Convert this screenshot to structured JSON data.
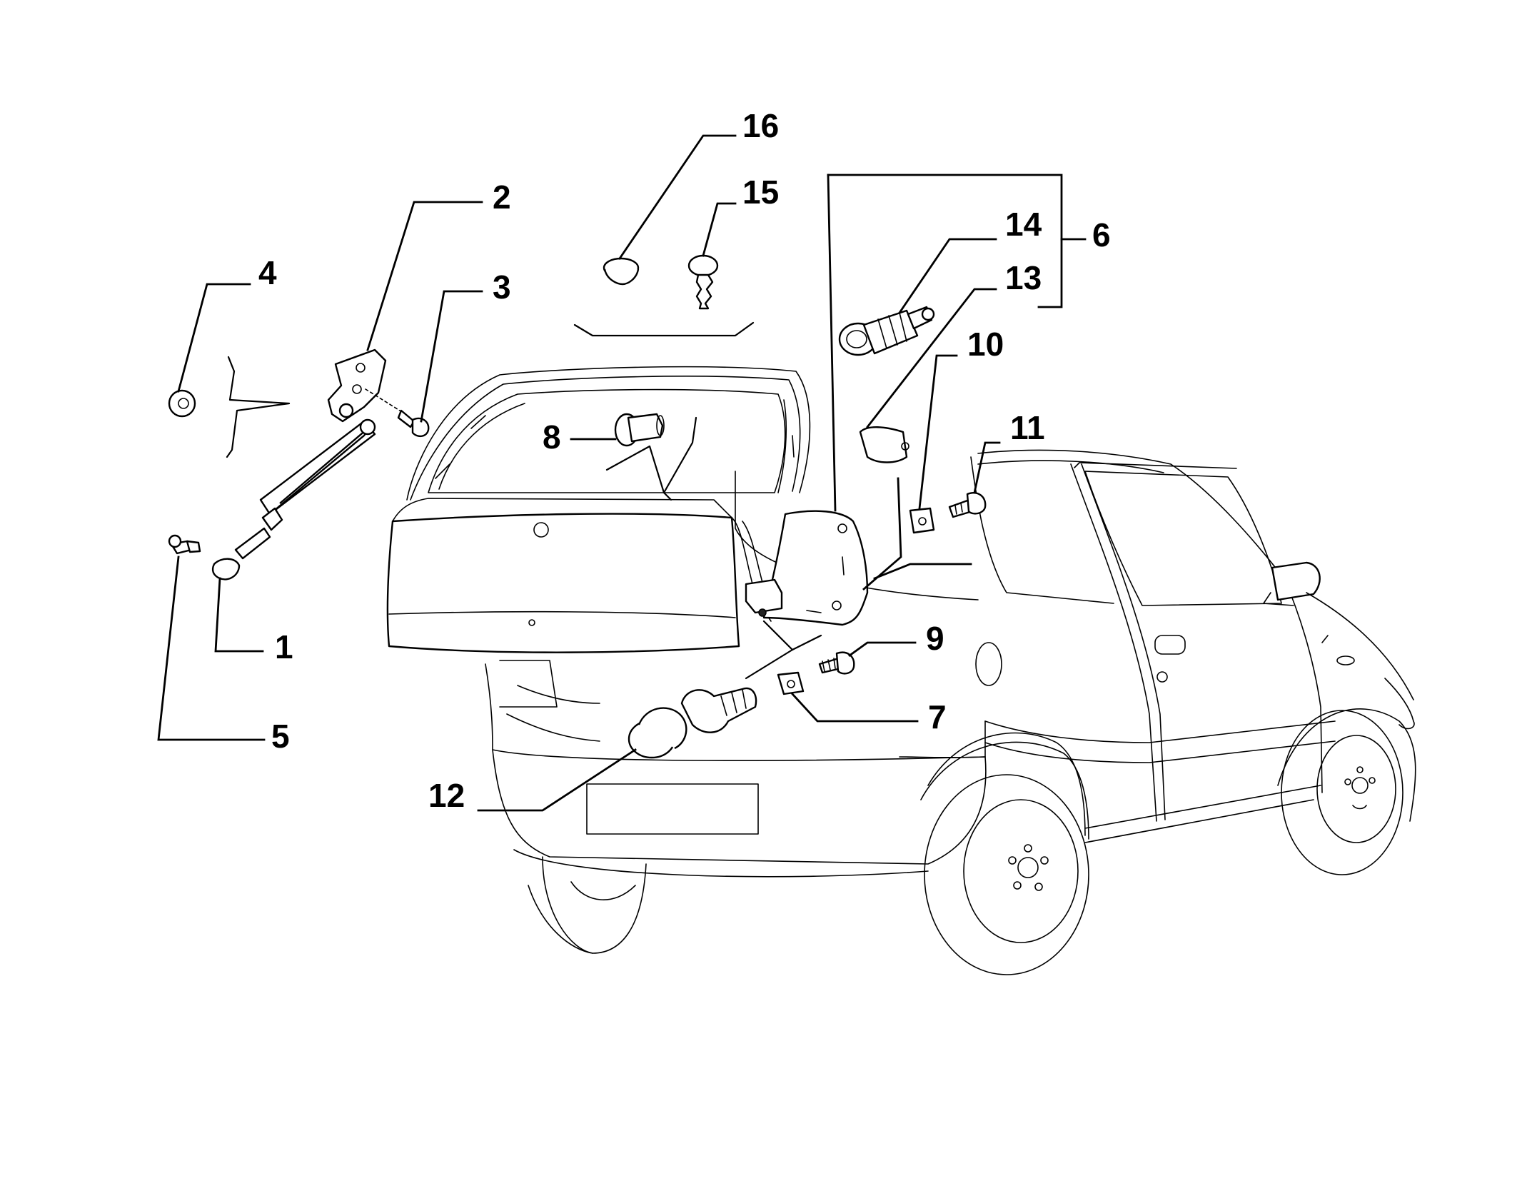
{
  "callouts": [
    {
      "id": "1",
      "label": "1",
      "part": "gas-strut"
    },
    {
      "id": "2",
      "label": "2",
      "part": "strut-bracket"
    },
    {
      "id": "3",
      "label": "3",
      "part": "bracket-bolt"
    },
    {
      "id": "4",
      "label": "4",
      "part": "washer"
    },
    {
      "id": "5",
      "label": "5",
      "part": "ball-stud"
    },
    {
      "id": "6",
      "label": "6",
      "part": "lock-kit"
    },
    {
      "id": "7",
      "label": "7",
      "part": "clip-nut-lower"
    },
    {
      "id": "8",
      "label": "8",
      "part": "rubber-buffer"
    },
    {
      "id": "9",
      "label": "9",
      "part": "screw-lower"
    },
    {
      "id": "10",
      "label": "10",
      "part": "clip-nut-upper"
    },
    {
      "id": "11",
      "label": "11",
      "part": "screw-upper"
    },
    {
      "id": "12",
      "label": "12",
      "part": "bump-stop"
    },
    {
      "id": "13",
      "label": "13",
      "part": "striker-latch"
    },
    {
      "id": "14",
      "label": "14",
      "part": "lock-cylinder"
    },
    {
      "id": "15",
      "label": "15",
      "part": "push-clip"
    },
    {
      "id": "16",
      "label": "16",
      "part": "plug-cap"
    }
  ]
}
